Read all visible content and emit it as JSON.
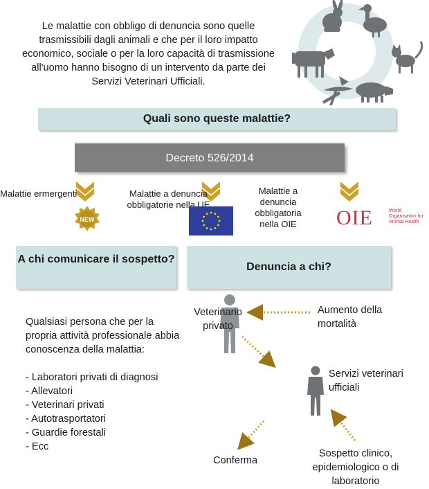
{
  "intro": {
    "text": "Le malattie con obbligo di denuncia sono quelle trasmissibili dagli animali e che per il loro impatto economico, sociale o per la loro capacità di trasmissione all'uomo hanno bisogno di un intervento da parte dei Servizi Veterinari Ufficiali."
  },
  "question": "Quali sono queste malattie?",
  "decree": "Decreto 526/2014",
  "categories": [
    {
      "label": "Malattie ermergenti",
      "icon": "new-badge-icon",
      "badge": "NEW"
    },
    {
      "label": "Malattie a denuncia obbligatorie nella UE",
      "icon": "eu-flag-icon"
    },
    {
      "label": "Malattie a denuncia obbligatoria nella OIE",
      "icon": "oie-logo-icon",
      "logo_text": "OIE",
      "org_name": "World Organisation for Animal Health"
    }
  ],
  "who_to_report": "A chi comunicare il sospetto?",
  "report_to_whom": "Denuncia a chi?",
  "reporters": {
    "intro": "Qualsiasi persona che per la propria attività professionale abbia conoscenza della malattia:",
    "items": [
      "- Laboratori privati di diagnosi",
      "- Allevatori",
      "- Veterinari privati",
      "- Autotrasportatori",
      "- Guardie  forestali",
      "- Ecc"
    ]
  },
  "flow": {
    "private_vet": "Veterinario privato",
    "mortality": "Aumento della mortalità",
    "official_services": "Servizi veterinari ufficiali",
    "confirmation": "Conferma",
    "suspicion": "Sospetto clinico, epidemiologico o di laboratorio"
  },
  "colors": {
    "band": "#cfe2e3",
    "decree": "#7f7f7f",
    "arrow_gold": "#c9a227",
    "dark_gold": "#9a7417",
    "silhouette": "#6f7274",
    "eu_blue": "#2e3f9a",
    "oie_red": "#c0334a"
  }
}
